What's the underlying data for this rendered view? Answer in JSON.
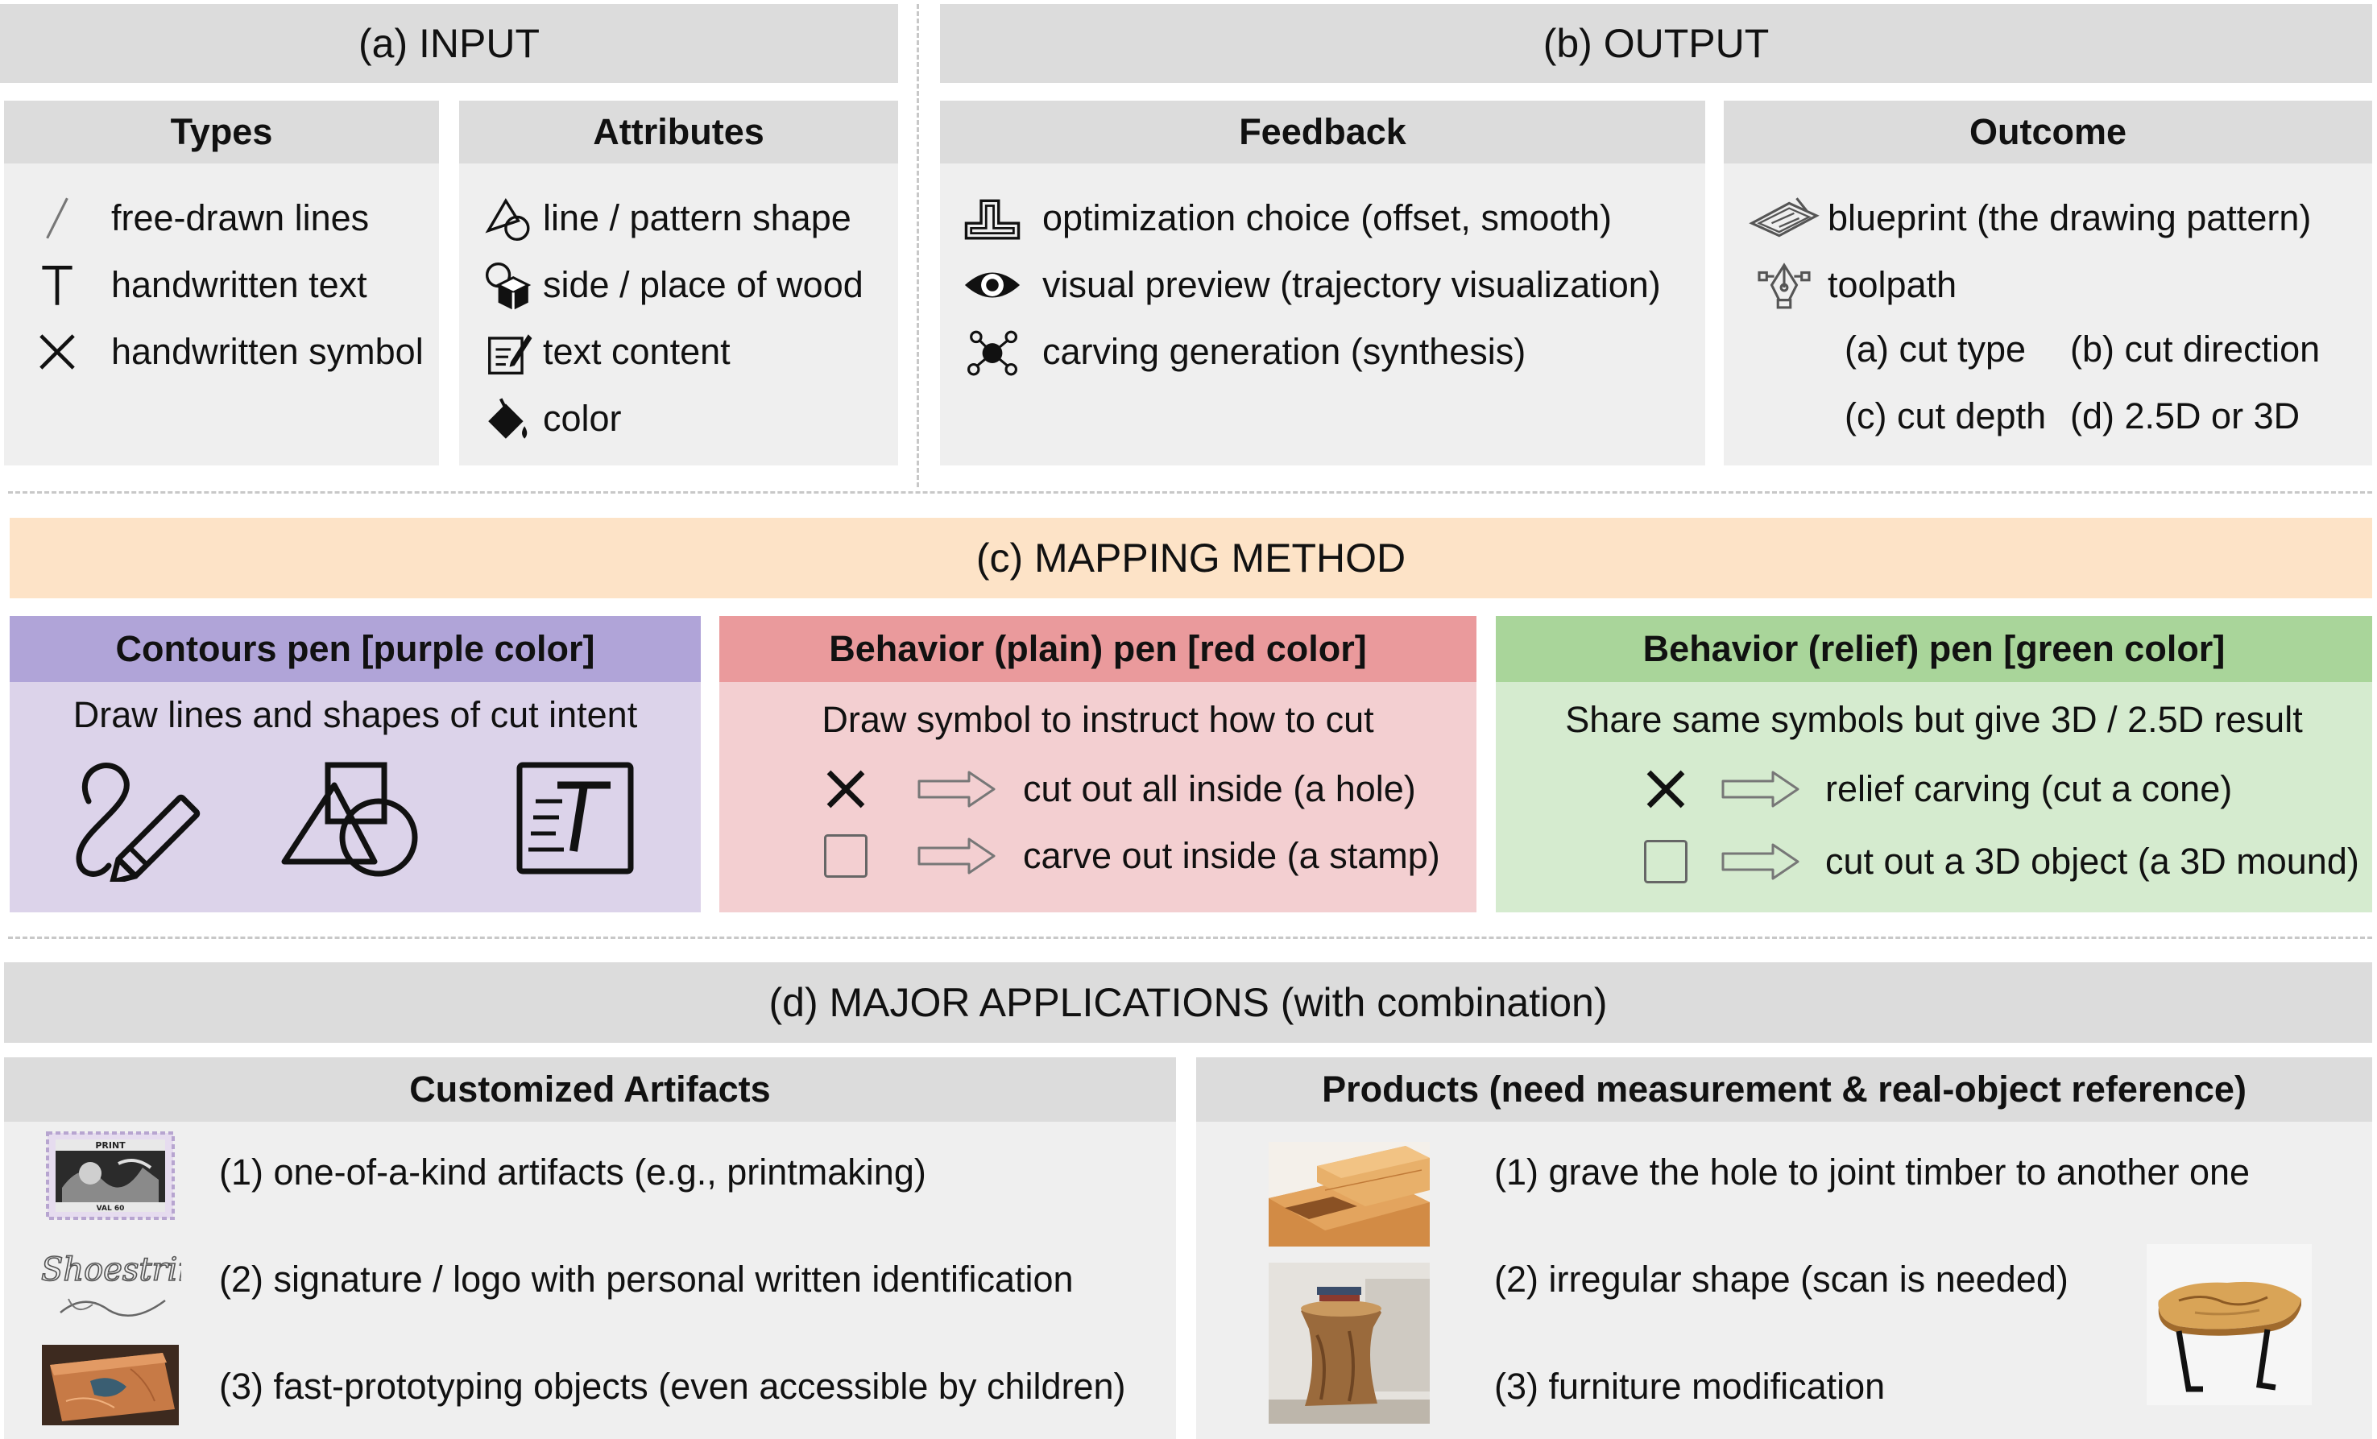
{
  "input": {
    "title": "(a) INPUT",
    "types": {
      "header": "Types",
      "items": [
        {
          "icon": "slash-line-icon",
          "label": "free-drawn lines"
        },
        {
          "icon": "text-t-icon",
          "label": "handwritten text"
        },
        {
          "icon": "cross-icon",
          "label": "handwritten symbol"
        }
      ]
    },
    "attributes": {
      "header": "Attributes",
      "items": [
        {
          "icon": "shapes-icon",
          "label": "line / pattern shape"
        },
        {
          "icon": "cube-icon",
          "label": "side / place of wood"
        },
        {
          "icon": "edit-icon",
          "label": "text content"
        },
        {
          "icon": "paint-bucket-icon",
          "label": "color"
        }
      ]
    }
  },
  "output": {
    "title": "(b) OUTPUT",
    "feedback": {
      "header": "Feedback",
      "items": [
        {
          "icon": "offset-path-icon",
          "label": "optimization choice (offset, smooth)"
        },
        {
          "icon": "eye-icon",
          "label": "visual preview (trajectory visualization)"
        },
        {
          "icon": "network-icon",
          "label": "carving generation (synthesis)"
        }
      ]
    },
    "outcome": {
      "header": "Outcome",
      "items": [
        {
          "icon": "blueprint-icon",
          "label": "blueprint (the drawing pattern)"
        },
        {
          "icon": "pen-tool-icon",
          "label": "toolpath"
        }
      ],
      "sub_items": [
        "(a) cut type",
        "(b) cut direction",
        "(c) cut depth",
        "(d) 2.5D or 3D"
      ]
    }
  },
  "mapping": {
    "title": "(c) MAPPING METHOD",
    "contours": {
      "header": "Contours pen [purple color]",
      "description": "Draw lines and shapes of cut intent",
      "icons": [
        "pen-scribble-icon",
        "shapes-icon",
        "text-frame-icon"
      ]
    },
    "plain": {
      "header": "Behavior (plain) pen [red color]",
      "description": "Draw symbol to instruct how to cut",
      "rows": [
        {
          "symbol": "cross-icon",
          "label": "cut out all inside (a hole)"
        },
        {
          "symbol": "square-icon",
          "label": "carve out inside (a stamp)"
        }
      ]
    },
    "relief": {
      "header": "Behavior (relief) pen [green color]",
      "description": "Share same symbols but give 3D / 2.5D result",
      "rows": [
        {
          "symbol": "cross-icon",
          "label": "relief carving (cut a cone)"
        },
        {
          "symbol": "square-icon",
          "label": "cut out a 3D object (a 3D mound)"
        }
      ]
    },
    "colors": {
      "purple_bg": "#dcd3ea",
      "purple_hd": "#b0a4d8",
      "red_bg": "#f3cfd1",
      "red_hd": "#ea9a9c",
      "green_bg": "#d5ebcf",
      "green_hd": "#a9d59a",
      "peach": "#fde3c7"
    }
  },
  "applications": {
    "title": "(d) MAJOR APPLICATIONS (with combination)",
    "artifacts": {
      "header": "Customized Artifacts",
      "items": [
        "(1) one-of-a-kind artifacts (e.g., printmaking)",
        "(2) signature / logo with personal written identification",
        "(3) fast-prototyping objects (even accessible by children)"
      ]
    },
    "products": {
      "header": "Products (need measurement & real-object reference)",
      "items": [
        "(1) grave the hole to joint timber to another one",
        "(2) irregular shape (scan is needed)",
        "(3) furniture modification"
      ]
    },
    "stamp_text": {
      "top": "PRINT",
      "bottom": "VAL 60"
    },
    "signature_text": "Shoestring press"
  }
}
